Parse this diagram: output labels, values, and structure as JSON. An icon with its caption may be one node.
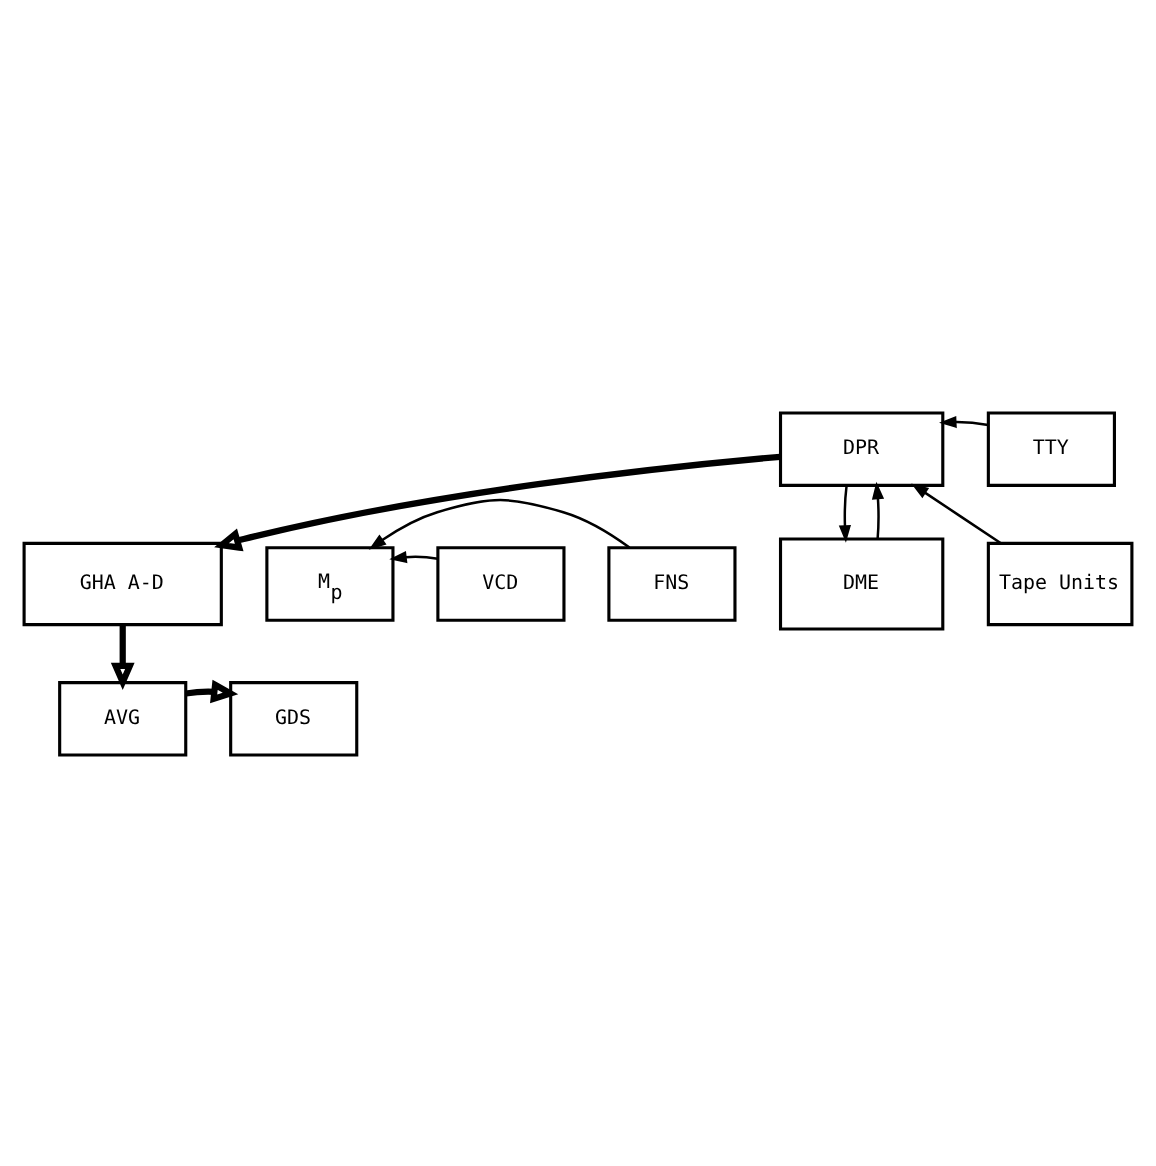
{
  "diagram": {
    "nodes": [
      {
        "text": [
          "AVG"
        ]
      },
      {
        "text": [
          "GDS"
        ]
      },
      {
        "text": [
          "GHA A-D"
        ]
      },
      {
        "text": [
          "M$_{p}$"
        ]
      },
      {
        "text": [
          "VCD"
        ]
      },
      {
        "text": [
          "FNS"
        ]
      },
      {
        "text": [
          "DPR"
        ]
      },
      {
        "text": [
          "DME"
        ]
      },
      {
        "text": [
          "TTY"
        ]
      },
      {
        "text": [
          "Tape Units"
        ]
      }
    ],
    "edges": [
      {
        "from": 0,
        "to": 1,
        "arrow": "to",
        "style": "thick"
      },
      {
        "from": 2,
        "to": 0,
        "arrow": "to",
        "style": "thick"
      },
      {
        "from": 4,
        "to": 3,
        "arrow": "to"
      },
      {
        "from": 5,
        "to": 3,
        "arrow": "to"
      },
      {
        "from": 6,
        "to": 2,
        "arrow": "to",
        "style": "thick"
      },
      {
        "from": 8,
        "to": 6,
        "arrow": "to"
      },
      {
        "from": 9,
        "to": 6,
        "arrow": "to"
      },
      {
        "from": 7,
        "to": 6,
        "arrow": "to"
      },
      {
        "from": 6,
        "to": 7,
        "arrow": "to"
      }
    ]
  }
}
